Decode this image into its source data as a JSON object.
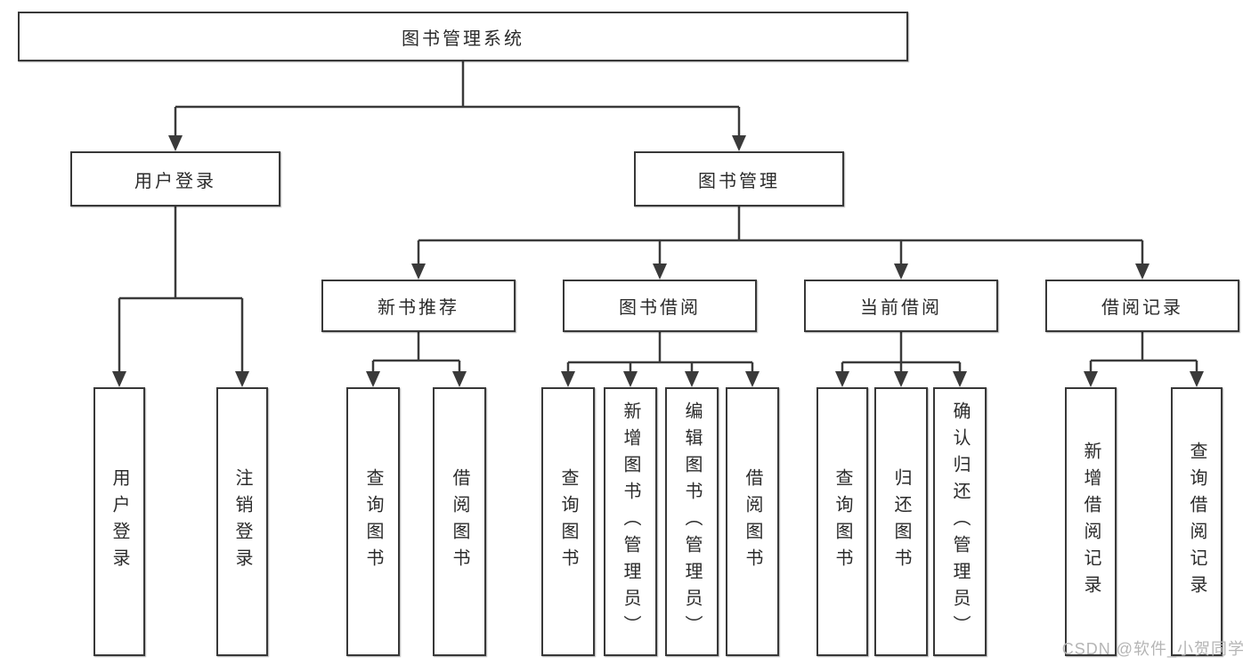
{
  "diagram": {
    "root": "图书管理系统",
    "level2": [
      "用户登录",
      "图书管理"
    ],
    "level3": [
      "新书推荐",
      "图书借阅",
      "当前借阅",
      "借阅记录"
    ],
    "leaves": {
      "user_login": [
        "用户登录",
        "注销登录"
      ],
      "new_book_recommend": [
        "查询图书",
        "借阅图书"
      ],
      "book_borrow": [
        "查询图书",
        "新增图书（管理员）",
        "编辑图书（管理员）",
        "借阅图书"
      ],
      "current_borrow": [
        "查询图书",
        "归还图书",
        "确认归还（管理员）"
      ],
      "borrow_record": [
        "新增借阅记录",
        "查询借阅记录"
      ]
    },
    "colors": {
      "line": "#3a3a3a",
      "box_border": "#383838",
      "box_fill": "#ffffff",
      "text": "#2b2b2b",
      "watermark": "#b5b5b5"
    }
  },
  "watermark": {
    "text": "CSDN @软件_小贺同学"
  }
}
